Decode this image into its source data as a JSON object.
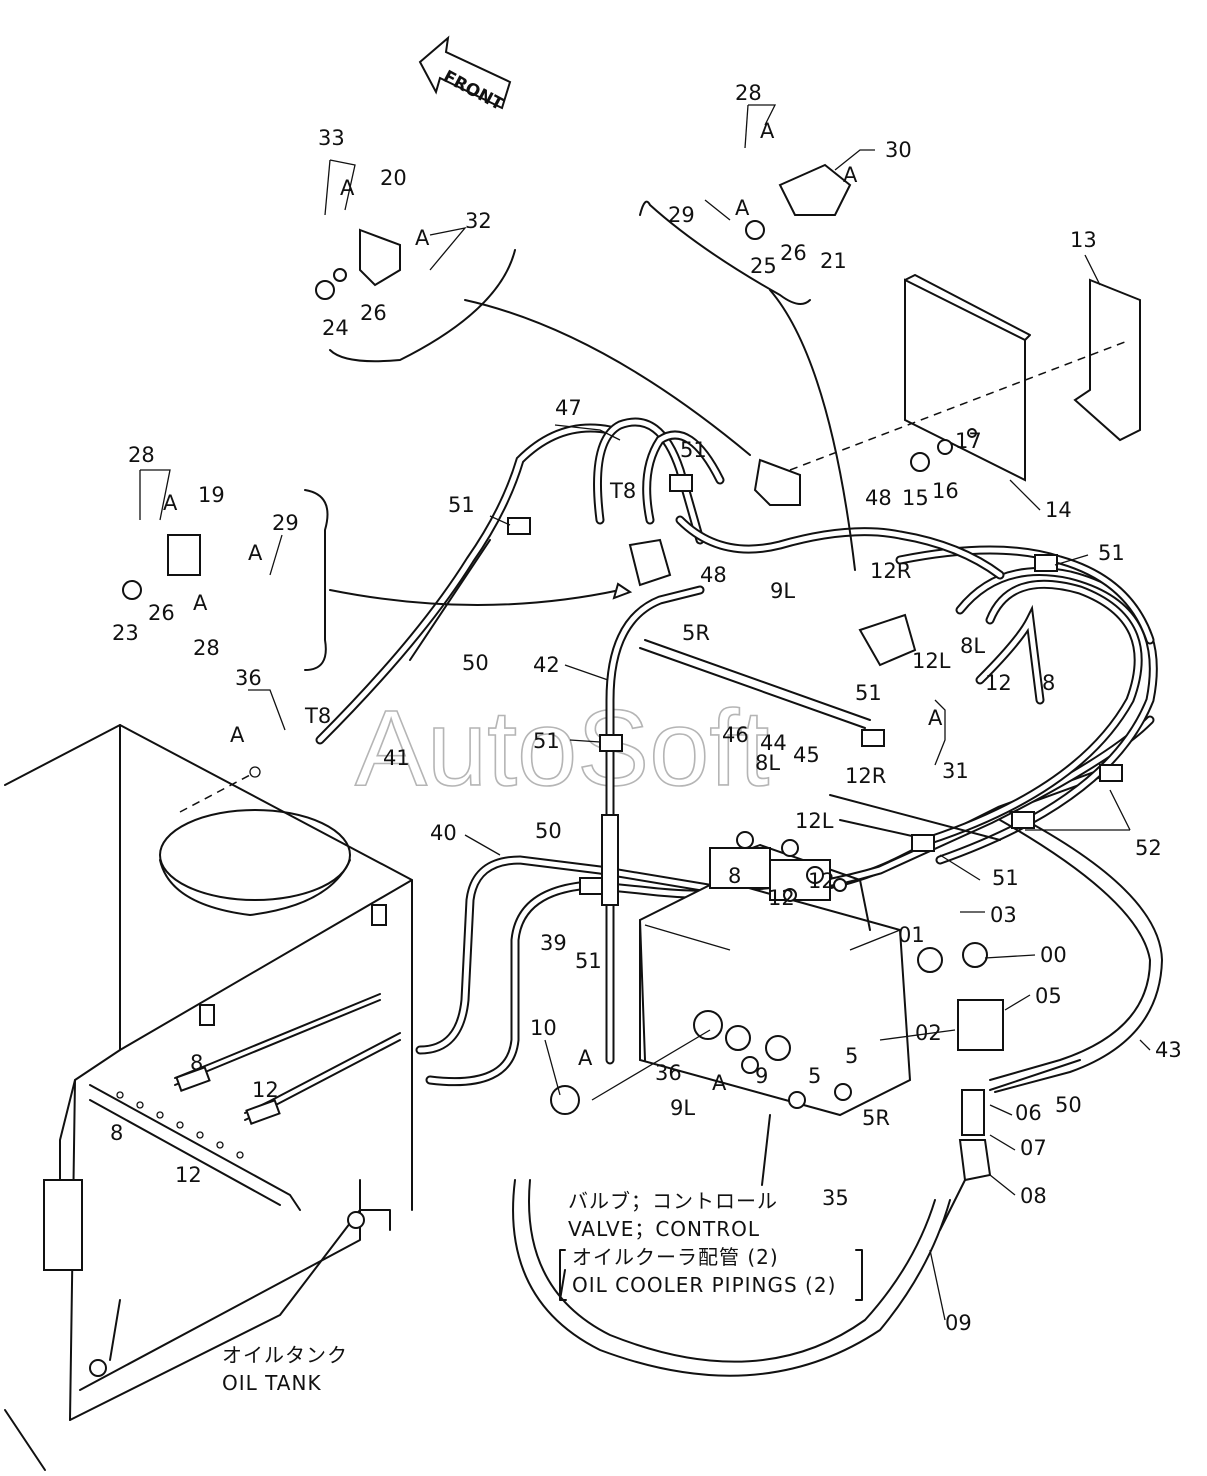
{
  "watermark": "AutoSoft",
  "front_arrow": {
    "label": "FRONT"
  },
  "captions": {
    "valve_jp": "バルブ；コントロール",
    "valve_en": "VALVE；CONTROL",
    "piping_jp": "オイルクーラ配管 (2)",
    "piping_en": "OIL COOLER PIPINGS (2)",
    "tank_jp": "オイルタンク",
    "tank_en": "OIL TANK"
  },
  "callouts": {
    "c28a": "28",
    "cA1": "A",
    "c30": "30",
    "cA2": "A",
    "c29a": "29",
    "cA3": "A",
    "c26a": "26",
    "c25": "25",
    "c21": "21",
    "c33": "33",
    "cA4": "A",
    "c20": "20",
    "cA5": "A",
    "c32": "32",
    "c24": "24",
    "c26b": "26",
    "c13": "13",
    "c17": "17",
    "c16": "16",
    "c15": "15",
    "c14": "14",
    "c47": "47",
    "c51a": "51",
    "cT8a": "T8",
    "c48a": "48",
    "c48b": "48",
    "c51b": "51",
    "c9L": "9L",
    "c12R": "12R",
    "c8La": "8L",
    "c12La": "12L",
    "c12a": "12",
    "c8a": "8",
    "cA6": "A",
    "c31": "31",
    "c51c": "51",
    "c28b": "28",
    "cA7": "A",
    "c19": "19",
    "c29b": "29",
    "cA8": "A",
    "cA9": "A",
    "c23": "23",
    "c26c": "26",
    "c28c": "28",
    "c36a": "36",
    "cA10": "A",
    "cT8b": "T8",
    "c41": "41",
    "c50a": "50",
    "c5R": "5R",
    "c42": "42",
    "c51d": "51",
    "c46": "46",
    "c44": "44",
    "c45": "45",
    "c8Lb": "8L",
    "c12Rb": "12R",
    "c12Lb": "12L",
    "c51e": "51",
    "c52": "52",
    "c50b": "50",
    "c8b": "8",
    "c12b": "12",
    "c12c": "12",
    "c51f": "51",
    "c03": "03",
    "c40": "40",
    "c39": "39",
    "c51g": "51",
    "c01": "01",
    "c00": "00",
    "c02": "02",
    "c05": "05",
    "c43": "43",
    "c10": "10",
    "cA11": "A",
    "c36b": "36",
    "cA12": "A",
    "c9": "9",
    "c5a": "5",
    "c5b": "5",
    "c9Lb": "9L",
    "c5Rb": "5R",
    "c06": "06",
    "c50c": "50",
    "c07": "07",
    "c08": "08",
    "c35": "35",
    "c09": "09",
    "c8c": "8",
    "c12d": "12",
    "c8d": "8",
    "c12e": "12"
  }
}
